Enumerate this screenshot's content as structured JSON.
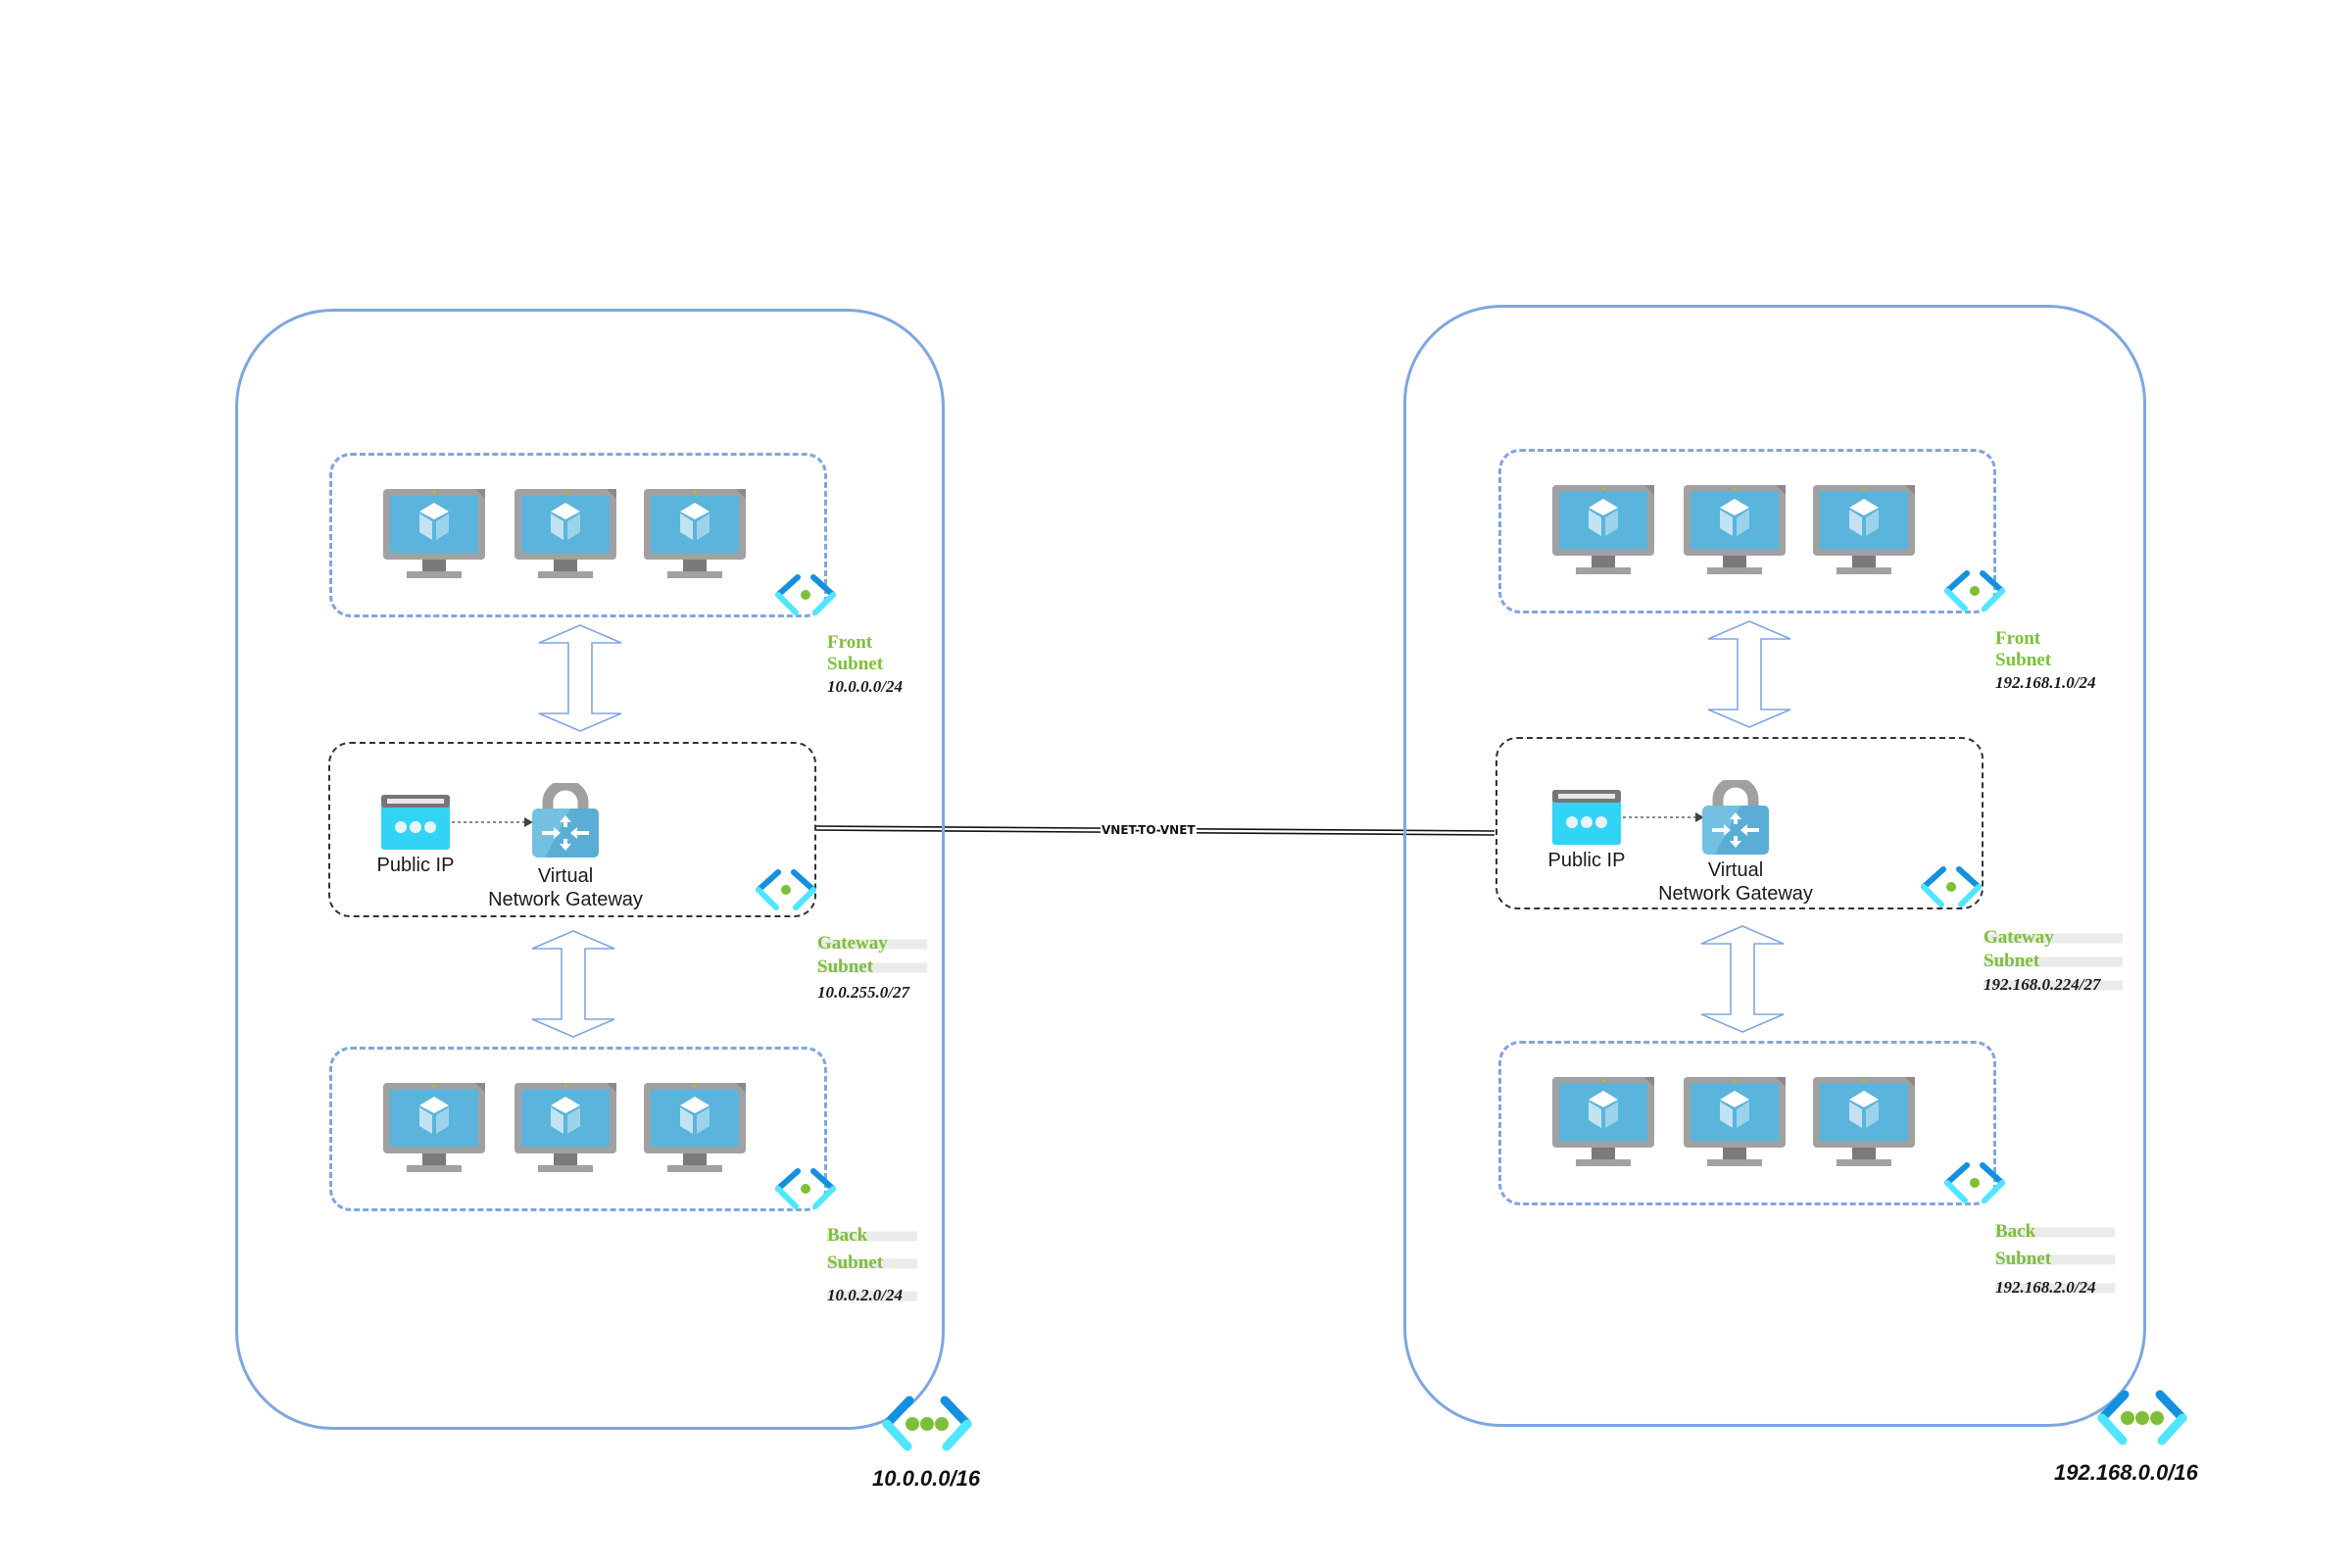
{
  "connection": {
    "label": "VNET-TO-VNET"
  },
  "vnets": [
    {
      "cidr": "10.0.0.0/16",
      "front": {
        "name_line1": "Front",
        "name_line2": "Subnet",
        "cidr": "10.0.0.0/24",
        "vm_count": 3
      },
      "gateway": {
        "name_line1": "Gateway",
        "name_line2": "Subnet",
        "cidr": "10.0.255.0/27",
        "public_ip_label": "Public IP",
        "vng_label_line1": "Virtual",
        "vng_label_line2": "Network Gateway"
      },
      "back": {
        "name_line1": "Back",
        "name_line2": "Subnet",
        "cidr": "10.0.2.0/24",
        "vm_count": 3
      }
    },
    {
      "cidr": "192.168.0.0/16",
      "front": {
        "name_line1": "Front",
        "name_line2": "Subnet",
        "cidr": "192.168.1.0/24",
        "vm_count": 3
      },
      "gateway": {
        "name_line1": "Gateway",
        "name_line2": "Subnet",
        "cidr": "192.168.0.224/27",
        "public_ip_label": "Public IP",
        "vng_label_line1": "Virtual",
        "vng_label_line2": "Network Gateway"
      },
      "back": {
        "name_line1": "Back",
        "name_line2": "Subnet",
        "cidr": "192.168.2.0/24",
        "vm_count": 3
      }
    }
  ],
  "colors": {
    "vnet_border": "#7ea6e0",
    "subnet_label": "#7dbf3a",
    "icon_blue_dark": "#1490df",
    "icon_blue_light": "#50e6ff",
    "icon_green": "#7dbf3a"
  }
}
